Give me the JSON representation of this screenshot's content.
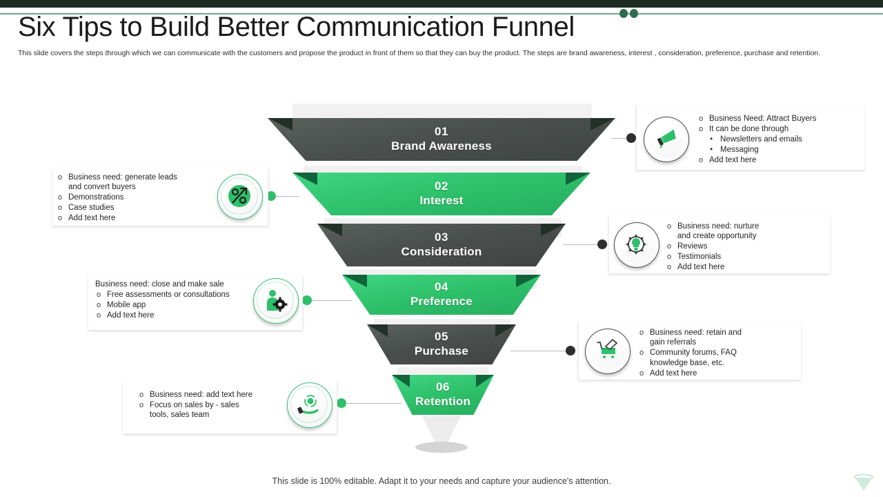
{
  "header": {
    "title": "Six Tips to Build Better Communication Funnel",
    "subtitle": "This slide covers the  steps through which we can communicate with the customers  and propose the product in front of them so that they can buy the product. The steps are brand awareness, interest , consideration, preference, purchase and retention.",
    "dot_color": "#2f6b52",
    "bar_color": "#1d2b23",
    "line_color": "#6aa98e"
  },
  "funnel": {
    "dark_color": "#4a4f4d",
    "green_color": "#2ec06a",
    "steps": [
      {
        "num": "01",
        "name": "Brand Awareness",
        "tone": "dark"
      },
      {
        "num": "02",
        "name": "Interest",
        "tone": "green"
      },
      {
        "num": "03",
        "name": "Consideration",
        "tone": "dark"
      },
      {
        "num": "04",
        "name": "Preference",
        "tone": "green"
      },
      {
        "num": "05",
        "name": "Purchase",
        "tone": "dark"
      },
      {
        "num": "06",
        "name": "Retention",
        "tone": "green"
      }
    ]
  },
  "callouts": [
    {
      "id": "callout-01",
      "side": "right",
      "icon": "megaphone-icon",
      "tone": "dark",
      "lines": [
        {
          "level": 1,
          "text": "Business Need: Attract Buyers"
        },
        {
          "level": 1,
          "text": "It can be done through"
        },
        {
          "level": 2,
          "text": "Newsletters and emails"
        },
        {
          "level": 2,
          "text": "Messaging"
        },
        {
          "level": 1,
          "text": "Add text here"
        }
      ]
    },
    {
      "id": "callout-02",
      "side": "left",
      "icon": "percent-growth-icon",
      "tone": "green",
      "lines": [
        {
          "level": 1,
          "text": "Business need: generate leads"
        },
        {
          "level": 0,
          "text": "and convert buyers"
        },
        {
          "level": 1,
          "text": "Demonstrations"
        },
        {
          "level": 1,
          "text": "Case studies"
        },
        {
          "level": 1,
          "text": "Add text here"
        }
      ]
    },
    {
      "id": "callout-03",
      "side": "right",
      "icon": "gear-lightbulb-icon",
      "tone": "dark",
      "lines": [
        {
          "level": 1,
          "text": "Business need: nurture"
        },
        {
          "level": 0,
          "text": "and create opportunity"
        },
        {
          "level": 1,
          "text": "Reviews"
        },
        {
          "level": 1,
          "text": "Testimonials"
        },
        {
          "level": 1,
          "text": "Add text here"
        }
      ]
    },
    {
      "id": "callout-04",
      "side": "left",
      "icon": "person-gear-icon",
      "tone": "green",
      "lines": [
        {
          "level": -1,
          "text": "Business need: close and make sale"
        },
        {
          "level": 1,
          "text": "Free assessments or consultations"
        },
        {
          "level": 1,
          "text": "Mobile app"
        },
        {
          "level": 1,
          "text": "Add text here"
        }
      ]
    },
    {
      "id": "callout-05",
      "side": "right",
      "icon": "shopping-cart-icon",
      "tone": "dark",
      "lines": [
        {
          "level": 1,
          "text": "Business need: retain and"
        },
        {
          "level": 0,
          "text": "gain referrals"
        },
        {
          "level": 1,
          "text": "Community forums, FAQ"
        },
        {
          "level": 0,
          "text": "knowledge base, etc."
        },
        {
          "level": 1,
          "text": "Add text here"
        }
      ]
    },
    {
      "id": "callout-06",
      "side": "left",
      "icon": "hand-recycle-icon",
      "tone": "green",
      "lines": [
        {
          "level": 1,
          "text": "Business need: add text here"
        },
        {
          "level": 1,
          "text": "Focus on sales by - sales"
        },
        {
          "level": 0,
          "text": "tools, sales team"
        }
      ]
    }
  ],
  "footer": {
    "note": "This slide is 100% editable. Adapt it to your needs and capture your audience's attention.",
    "watermark": "funnel-logo-icon"
  },
  "bullets": {
    "level1": "o",
    "level2": "•"
  }
}
